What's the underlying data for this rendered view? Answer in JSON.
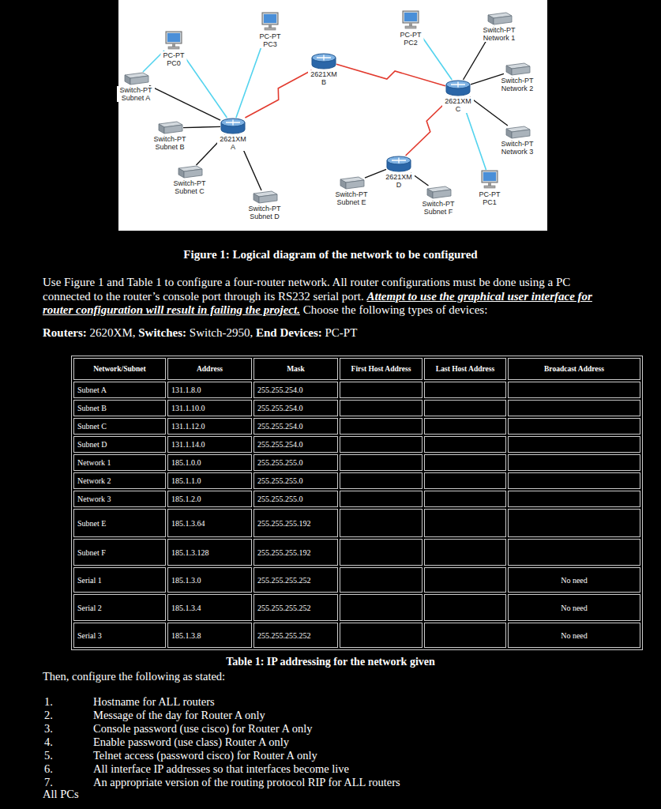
{
  "diagram": {
    "caption": "Figure 1: Logical diagram of the network to be configured",
    "nodes": [
      {
        "text": [
          "PC-PT PC3"
        ]
      },
      {
        "text": [
          "PC-PT PC2"
        ]
      },
      {
        "text": [
          "Switch-PT Network 1"
        ]
      },
      {
        "text": [
          "PC-PT PC0"
        ]
      },
      {
        "text": [
          "2621XM B"
        ]
      },
      {
        "text": [
          "Switch-PT Subnet A"
        ]
      },
      {
        "text": [
          "Switch-PT Network 2"
        ]
      },
      {
        "text": [
          "2621XM C"
        ]
      },
      {
        "text": [
          "Switch-PT Subnet B"
        ]
      },
      {
        "text": [
          "2621XM A"
        ]
      },
      {
        "text": [
          "Switch-PT Network 3"
        ]
      },
      {
        "text": [
          "2621XM D"
        ]
      },
      {
        "text": [
          "Switch-PT Subnet C"
        ]
      },
      {
        "text": [
          "Switch-PT Subnet E"
        ]
      },
      {
        "text": [
          "Switch-PT Subnet F"
        ]
      },
      {
        "text": [
          "PC-PT PC1"
        ]
      },
      {
        "text": [
          "Switch-PT Subnet D"
        ]
      }
    ],
    "edges": [
      {
        "from": 3,
        "to": 5,
        "arrow": "none"
      },
      {
        "from": 3,
        "to": 9,
        "arrow": "none"
      },
      {
        "from": 5,
        "to": 9,
        "arrow": "none"
      },
      {
        "from": 8,
        "to": 9,
        "arrow": "none"
      },
      {
        "from": 12,
        "to": 9,
        "arrow": "none"
      },
      {
        "from": 16,
        "to": 9,
        "arrow": "none"
      },
      {
        "from": 0,
        "to": 9,
        "arrow": "none"
      },
      {
        "from": 9,
        "to": 4,
        "arrow": "none"
      },
      {
        "from": 4,
        "to": 7,
        "arrow": "none"
      },
      {
        "from": 1,
        "to": 7,
        "arrow": "none"
      },
      {
        "from": 7,
        "to": 2,
        "arrow": "none"
      },
      {
        "from": 7,
        "to": 6,
        "arrow": "none"
      },
      {
        "from": 7,
        "to": 10,
        "arrow": "none"
      },
      {
        "from": 7,
        "to": 11,
        "arrow": "none"
      },
      {
        "from": 11,
        "to": 13,
        "arrow": "none"
      },
      {
        "from": 11,
        "to": 14,
        "arrow": "none"
      },
      {
        "from": 15,
        "to": 7,
        "arrow": "none"
      }
    ],
    "labels": [
      "Use Figure 1 and Table 1 to configure a four-router network. All router configurations must be done using a PC connected to the router’s console port through its RS232 serial port.",
      "Attempt to use the graphical user interface for router configuration will result in failing the project.",
      "Choose the following types of devices:",
      "Routers:",
      "2620XM,",
      "Switches:",
      "Switch-2950,",
      "End Devices:",
      "PC-PT",
      "Network/Subnet",
      "Address",
      "Mask",
      "First Host Address",
      "Last Host Address",
      "Broadcast Address",
      "Subnet A",
      "131.1.8.0",
      "255.255.254.0",
      "Subnet B",
      "131.1.10.0",
      "255.255.254.0",
      "Subnet C",
      "131.1.12.0",
      "255.255.254.0",
      "Subnet D",
      "131.1.14.0",
      "255.255.254.0",
      "Network 1",
      "185.1.0.0",
      "255.255.255.0",
      "Network 2",
      "185.1.1.0",
      "255.255.255.0",
      "Network 3",
      "185.1.2.0",
      "255.255.255.0",
      "Subnet E",
      "185.1.3.64",
      "255.255.255.192",
      "Subnet F",
      "185.1.3.128",
      "255.255.255.192",
      "Serial 1",
      "185.1.3.0",
      "255.255.255.252",
      "No need",
      "Serial 2",
      "185.1.3.4",
      "255.255.255.252",
      "No need",
      "Serial 3",
      "185.1.3.8",
      "255.255.255.252",
      "No need",
      "Table 1: IP addressing for the network given",
      "Then, configure the following as stated:",
      "1.",
      "Hostname for ALL routers",
      "2.",
      "Message of the day for Router A only",
      "3.",
      "Console password (use cisco) for Router A only",
      "4.",
      "Enable password (use class) Router A only",
      "5.",
      "Telnet access (password cisco) for Router A only",
      "6.",
      "All interface IP addresses so that interfaces become live",
      "7.",
      "An appropriate version of the routing protocol RIP for ALL routers",
      "All PCs"
    ]
  }
}
